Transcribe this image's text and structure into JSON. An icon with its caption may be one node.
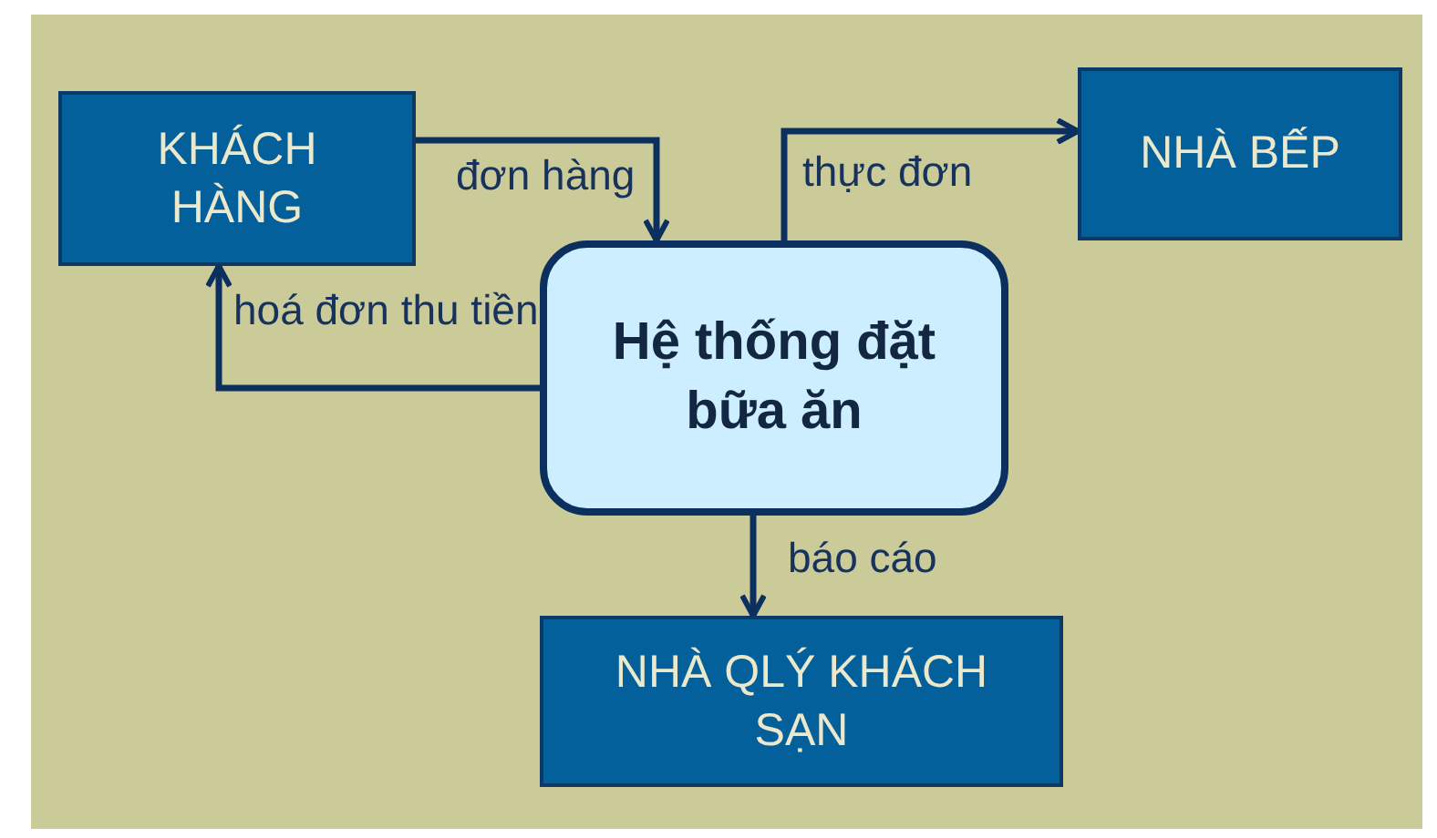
{
  "diagram": {
    "nodes": [
      {
        "text": [
          "KHÁCH HÀNG"
        ]
      },
      {
        "text": [
          "Hệ thống đặt bữa ăn"
        ]
      },
      {
        "text": [
          "NHÀ BẾP"
        ]
      },
      {
        "text": [
          "NHÀ QLÝ KHÁCH SẠN"
        ]
      }
    ],
    "edges": [
      {
        "from": 0,
        "to": 1,
        "arrow": "to",
        "label": "đơn hàng"
      },
      {
        "from": 1,
        "to": 2,
        "arrow": "to",
        "label": "thực đơn"
      },
      {
        "from": 1,
        "to": 0,
        "arrow": "to",
        "label": "hoá đơn thu tiền"
      },
      {
        "from": 1,
        "to": 3,
        "arrow": "to",
        "label": "báo cáo"
      }
    ]
  }
}
